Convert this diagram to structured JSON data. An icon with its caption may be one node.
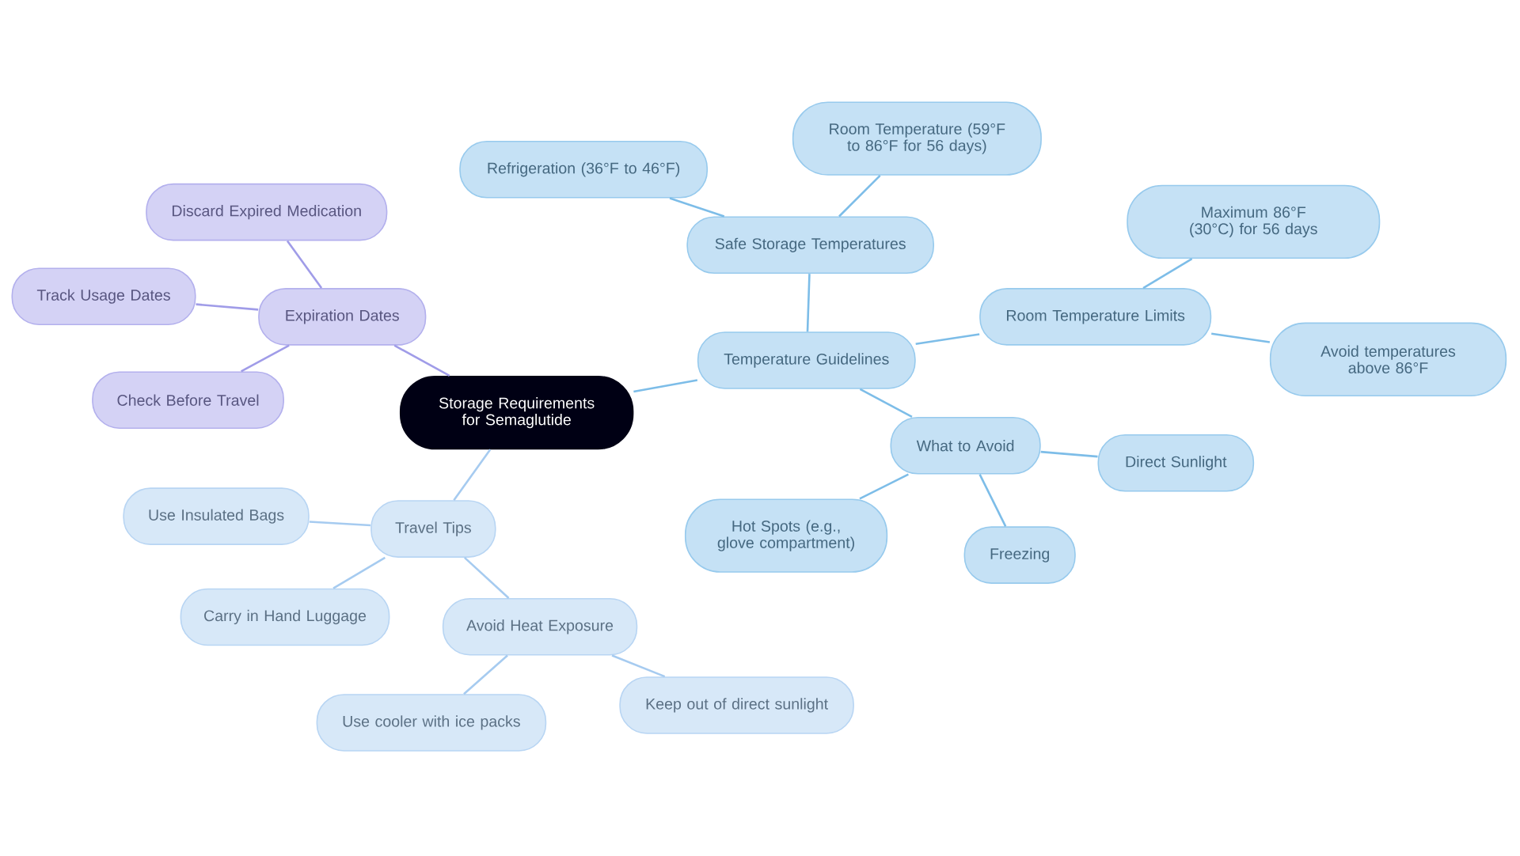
{
  "diagram": {
    "nodes": [
      {
        "text": [
          "Storage Requirements for Semaglutide"
        ]
      },
      {
        "text": [
          "Temperature Guidelines"
        ]
      },
      {
        "text": [
          "Safe Storage Temperatures"
        ]
      },
      {
        "text": [
          "Refrigeration (36°F to 46°F)"
        ]
      },
      {
        "text": [
          "Room Temperature (59°F to 86°F for 56 days)"
        ]
      },
      {
        "text": [
          "Room Temperature Limits"
        ]
      },
      {
        "text": [
          "Maximum 86°F (30°C) for 56 days"
        ]
      },
      {
        "text": [
          "Avoid temperatures above 86°F"
        ]
      },
      {
        "text": [
          "What to Avoid"
        ]
      },
      {
        "text": [
          "Direct Sunlight"
        ]
      },
      {
        "text": [
          "Hot Spots (e.g., glove compartment)"
        ]
      },
      {
        "text": [
          "Freezing"
        ]
      },
      {
        "text": [
          "Expiration Dates"
        ]
      },
      {
        "text": [
          "Discard Expired Medication"
        ]
      },
      {
        "text": [
          "Track Usage Dates"
        ]
      },
      {
        "text": [
          "Check Before Travel"
        ]
      },
      {
        "text": [
          "Travel Tips"
        ]
      },
      {
        "text": [
          "Use Insulated Bags"
        ]
      },
      {
        "text": [
          "Carry in Hand Luggage"
        ]
      },
      {
        "text": [
          "Avoid Heat Exposure"
        ]
      },
      {
        "text": [
          "Use cooler with ice packs"
        ]
      },
      {
        "text": [
          "Keep out of direct sunlight"
        ]
      }
    ],
    "edges": [
      {
        "from": 0,
        "to": 1,
        "arrow": "none"
      },
      {
        "from": 1,
        "to": 2,
        "arrow": "none"
      },
      {
        "from": 2,
        "to": 3,
        "arrow": "none"
      },
      {
        "from": 2,
        "to": 4,
        "arrow": "none"
      },
      {
        "from": 1,
        "to": 5,
        "arrow": "none"
      },
      {
        "from": 5,
        "to": 6,
        "arrow": "none"
      },
      {
        "from": 5,
        "to": 7,
        "arrow": "none"
      },
      {
        "from": 1,
        "to": 8,
        "arrow": "none"
      },
      {
        "from": 8,
        "to": 9,
        "arrow": "none"
      },
      {
        "from": 8,
        "to": 10,
        "arrow": "none"
      },
      {
        "from": 8,
        "to": 11,
        "arrow": "none"
      },
      {
        "from": 0,
        "to": 12,
        "arrow": "none",
        "color": "#a09ce8"
      },
      {
        "from": 12,
        "to": 13,
        "arrow": "none",
        "color": "#a09ce8"
      },
      {
        "from": 12,
        "to": 14,
        "arrow": "none",
        "color": "#a09ce8"
      },
      {
        "from": 12,
        "to": 15,
        "arrow": "none",
        "color": "#a09ce8"
      },
      {
        "from": 0,
        "to": 16,
        "arrow": "none",
        "color": "#a6cbf0"
      },
      {
        "from": 16,
        "to": 17,
        "arrow": "none",
        "color": "#a6cbf0"
      },
      {
        "from": 16,
        "to": 18,
        "arrow": "none",
        "color": "#a6cbf0"
      },
      {
        "from": 16,
        "to": 19,
        "arrow": "none",
        "color": "#a6cbf0"
      },
      {
        "from": 19,
        "to": 20,
        "arrow": "none",
        "color": "#a6cbf0"
      },
      {
        "from": 19,
        "to": 21,
        "arrow": "none",
        "color": "#a6cbf0"
      }
    ]
  }
}
